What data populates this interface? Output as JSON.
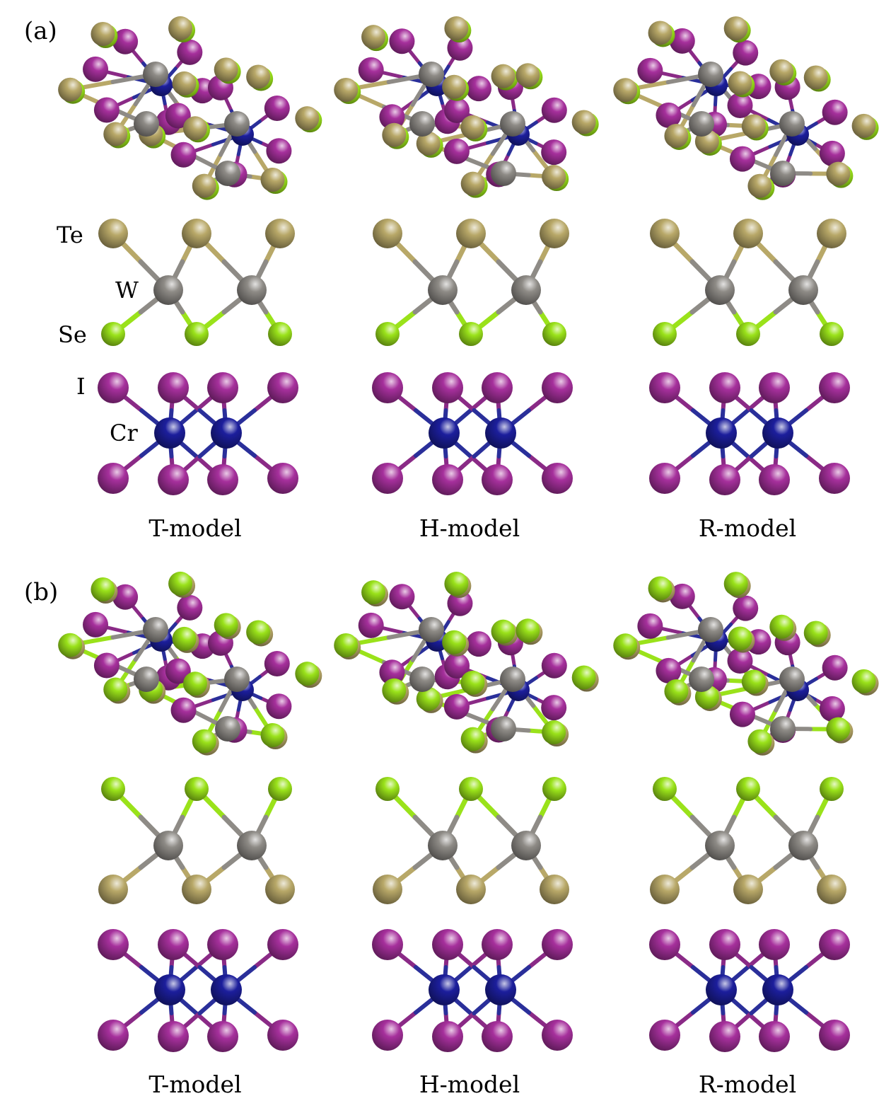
{
  "panels": [
    {
      "label": "(a)",
      "side_orientation": "te-top",
      "models": [
        "T-model",
        "H-model",
        "R-model"
      ],
      "atom_labels": {
        "te": "Te",
        "w": "W",
        "se": "Se",
        "i": "I",
        "cr": "Cr"
      }
    },
    {
      "label": "(b)",
      "side_orientation": "se-top",
      "models": [
        "T-model",
        "H-model",
        "R-model"
      ]
    }
  ],
  "colors": {
    "te": "#b8a868",
    "se": "#9ae21a",
    "w": "#8e8b86",
    "i": "#a6309c",
    "cr": "#1c1e9c",
    "bond_i": "#8a2a86",
    "bond_cr": "#2a2f9a"
  }
}
